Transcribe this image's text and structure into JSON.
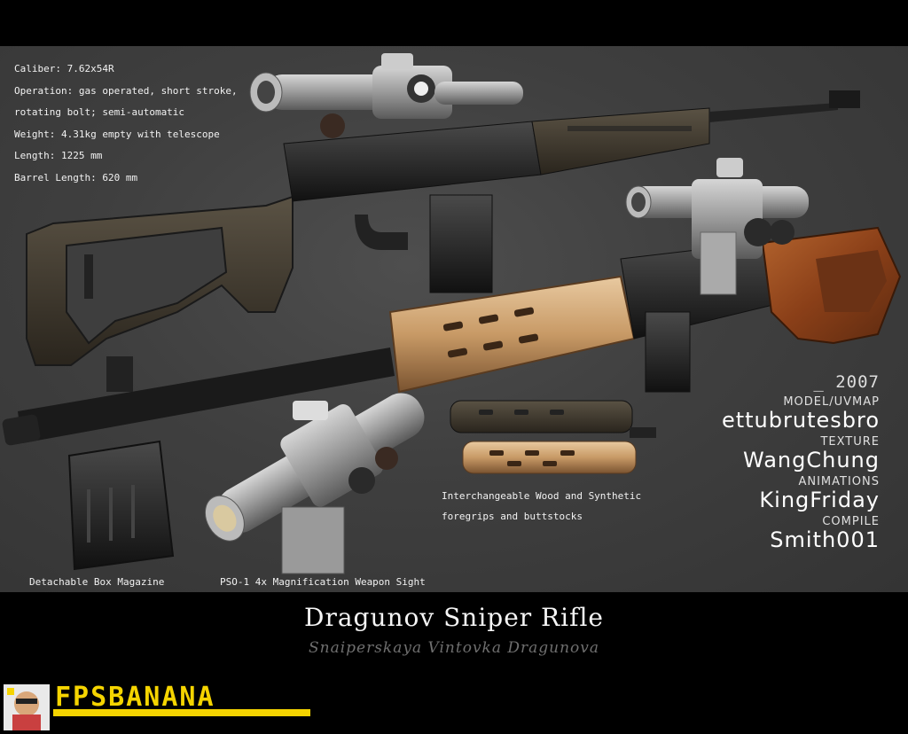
{
  "specs": [
    "Caliber: 7.62x54R",
    "Operation: gas operated, short stroke,",
    "rotating bolt; semi-automatic",
    "Weight: 4.31kg empty with telescope",
    "Length: 1225 mm",
    "Barrel Length: 620 mm"
  ],
  "captions": {
    "foregrips_line1": "Interchangeable Wood and Synthetic",
    "foregrips_line2": "foregrips and buttstocks",
    "magazine": "Detachable Box Magazine",
    "scope": "PSO-1 4x Magnification Weapon Sight"
  },
  "credits": {
    "year": "_ 2007",
    "model_role": "MODEL/UVMAP",
    "model_name": "ettubrutesbro",
    "texture_role": "TEXTURE",
    "texture_name": "WangChung",
    "animations_role": "ANIMATIONS",
    "animations_name": "KingFriday",
    "compile_role": "COMPILE",
    "compile_name": "Smith001"
  },
  "title": "Dragunov Sniper Rifle",
  "subtitle": "Snaiperskaya Vintovka Dragunova",
  "logo": {
    "wordmark": "FPSBANANA",
    "accent_color": "#f5d400"
  },
  "colors": {
    "background": "#3f3f3f",
    "band": "#000000",
    "wood": "#c89a66",
    "synthetic": "#3a3328",
    "metal": "#9a9a9a"
  }
}
